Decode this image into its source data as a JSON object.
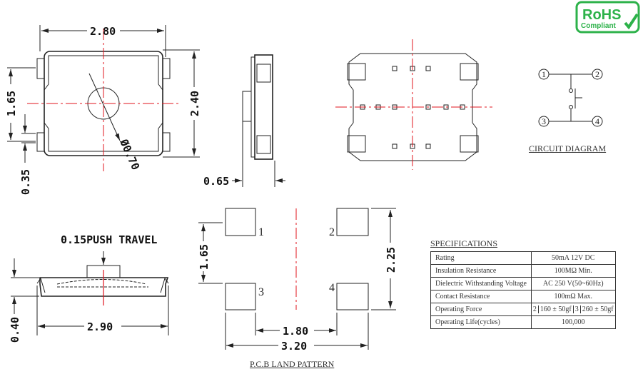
{
  "logo": {
    "line1": "RoHS",
    "line2": "Compliant",
    "color": "#2db24a"
  },
  "top_view": {
    "width": "2.80",
    "height": "2.40",
    "pitch": "1.65",
    "tab": "0.35",
    "diameter": "Ø0.70"
  },
  "side_view": {
    "thickness": "0.65"
  },
  "front_view": {
    "travel_label": "0.15PUSH TRAVEL",
    "height": "0.40",
    "width": "2.90"
  },
  "circuit": {
    "title": "CIRCUIT DIAGRAM",
    "pins": [
      "1",
      "2",
      "3",
      "4"
    ]
  },
  "pcb": {
    "title": "P.C.B LAND PATTERN",
    "pads": [
      "1",
      "2",
      "3",
      "4"
    ],
    "pitch_v": "1.65",
    "overall_v": "2.25",
    "inner_h": "1.80",
    "overall_h": "3.20"
  },
  "specs": {
    "title": "SPECIFICATIONS",
    "rows": [
      {
        "label": "Rating",
        "value": "50mA 12V DC"
      },
      {
        "label": "Insulation Resistance",
        "value": "100MΩ Min."
      },
      {
        "label": "Dielectric Withstanding Voltage",
        "value": "AC 250 V(50~60Hz)"
      },
      {
        "label": "Contact Resistance",
        "value": "100mΩ Max."
      },
      {
        "label": "Operating Force",
        "opt1": "2",
        "val1": "160 ± 50gf",
        "opt2": "3",
        "val2": "260 ± 50gf"
      },
      {
        "label": "Operating Life(cycles)",
        "value": "100,000"
      }
    ]
  },
  "colors": {
    "centerline": "#e0141e",
    "line": "#222222"
  }
}
